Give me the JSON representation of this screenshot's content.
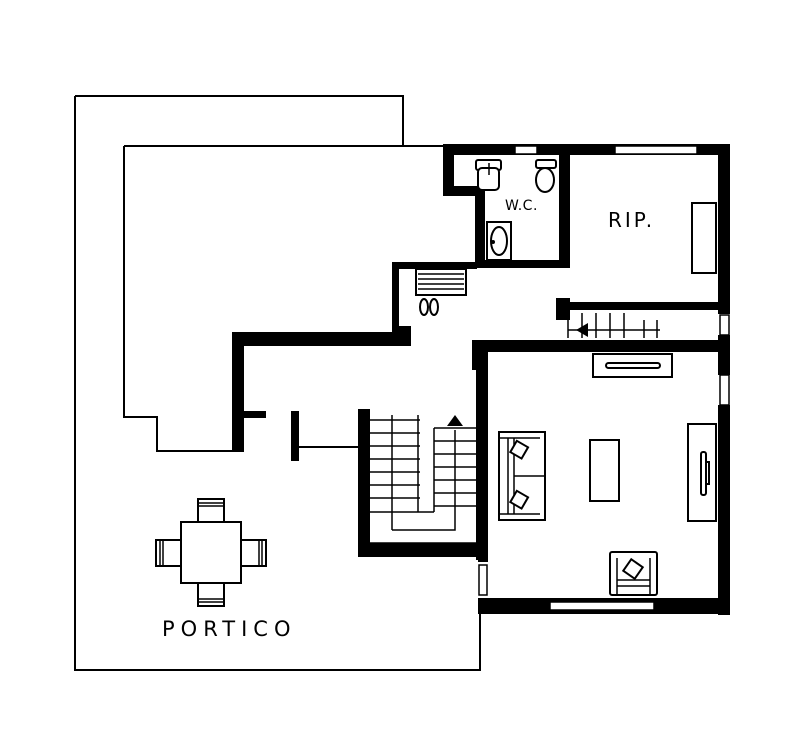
{
  "plan": {
    "type": "architectural floor plan",
    "colors": {
      "wall": "#000000",
      "background": "#ffffff"
    },
    "rooms": [
      {
        "id": "wc",
        "label": "W.C.",
        "fixtures": [
          "sink",
          "toilet",
          "bidet",
          "washbasin"
        ]
      },
      {
        "id": "ripostiglio",
        "label": "RIP.",
        "fixtures": [
          "shelf"
        ]
      },
      {
        "id": "portico",
        "label": "PORTICO",
        "fixtures": [
          "square-table",
          "chair",
          "chair",
          "chair",
          "chair"
        ]
      },
      {
        "id": "living",
        "label": "",
        "fixtures": [
          "sofa",
          "coffee-table",
          "tv-cabinet",
          "armchair",
          "sideboard"
        ]
      },
      {
        "id": "entry",
        "label": "",
        "fixtures": [
          "shoe-rack",
          "slippers"
        ]
      },
      {
        "id": "stair",
        "label": "",
        "fixtures": [
          "u-shaped-staircase",
          "up-arrow"
        ]
      }
    ]
  }
}
